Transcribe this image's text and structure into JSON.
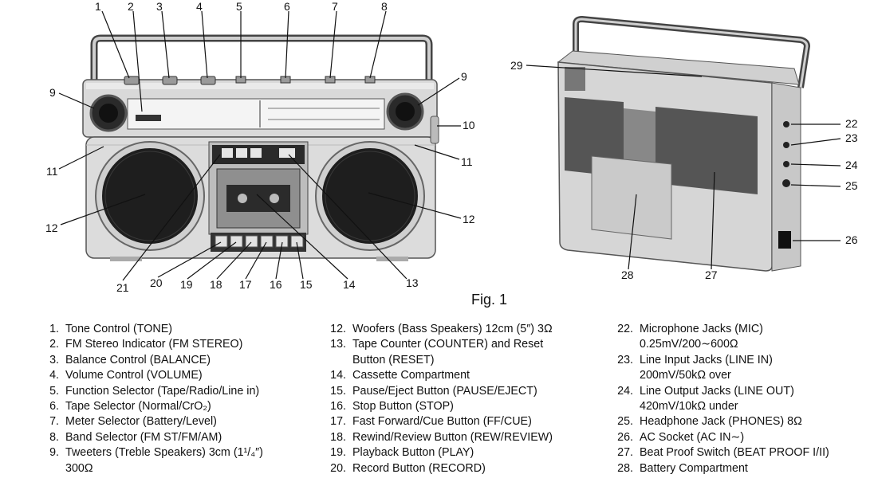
{
  "figure": {
    "caption": "Fig. 1",
    "callouts": [
      "1",
      "2",
      "3",
      "4",
      "5",
      "6",
      "7",
      "8",
      "9",
      "9",
      "10",
      "11",
      "11",
      "12",
      "12",
      "13",
      "14",
      "15",
      "16",
      "17",
      "18",
      "19",
      "20",
      "21",
      "22",
      "23",
      "24",
      "25",
      "26",
      "27",
      "28",
      "29"
    ]
  },
  "legend": {
    "column1": [
      {
        "num": "1.",
        "text": "Tone Control (TONE)"
      },
      {
        "num": "2.",
        "text": "FM Stereo Indicator (FM STEREO)"
      },
      {
        "num": "3.",
        "text": "Balance Control (BALANCE)"
      },
      {
        "num": "4.",
        "text": "Volume Control (VOLUME)"
      },
      {
        "num": "5.",
        "text": "Function Selector (Tape/Radio/Line in)"
      },
      {
        "num": "6.",
        "text": "Tape Selector (Normal/CrO₂)"
      },
      {
        "num": "7.",
        "text": "Meter Selector (Battery/Level)"
      },
      {
        "num": "8.",
        "text": "Band Selector (FM ST/FM/AM)"
      },
      {
        "num": "9.",
        "text": "Tweeters (Treble Speakers) 3cm (1¹/₄″)",
        "cont": "300Ω"
      }
    ],
    "column2": [
      {
        "num": "12.",
        "text": "Woofers (Bass Speakers) 12cm (5″) 3Ω"
      },
      {
        "num": "13.",
        "text": "Tape Counter (COUNTER) and Reset",
        "cont": "Button (RESET)"
      },
      {
        "num": "14.",
        "text": "Cassette Compartment"
      },
      {
        "num": "15.",
        "text": "Pause/Eject Button (PAUSE/EJECT)"
      },
      {
        "num": "16.",
        "text": "Stop Button (STOP)"
      },
      {
        "num": "17.",
        "text": "Fast Forward/Cue Button (FF/CUE)"
      },
      {
        "num": "18.",
        "text": "Rewind/Review Button (REW/REVIEW)"
      },
      {
        "num": "19.",
        "text": "Playback Button (PLAY)"
      },
      {
        "num": "20.",
        "text": "Record Button (RECORD)"
      }
    ],
    "column3": [
      {
        "num": "22.",
        "text": "Microphone Jacks (MIC)",
        "cont": "0.25mV/200∼600Ω"
      },
      {
        "num": "23.",
        "text": "Line Input Jacks (LINE IN)",
        "cont": "200mV/50kΩ over"
      },
      {
        "num": "24.",
        "text": "Line Output Jacks (LINE OUT)",
        "cont": "420mV/10kΩ under"
      },
      {
        "num": "25.",
        "text": "Headphone Jack (PHONES) 8Ω"
      },
      {
        "num": "26.",
        "text": "AC Socket (AC IN∼)"
      },
      {
        "num": "27.",
        "text": "Beat Proof Switch (BEAT PROOF I/II)"
      },
      {
        "num": "28.",
        "text": "Battery Compartment"
      }
    ]
  }
}
